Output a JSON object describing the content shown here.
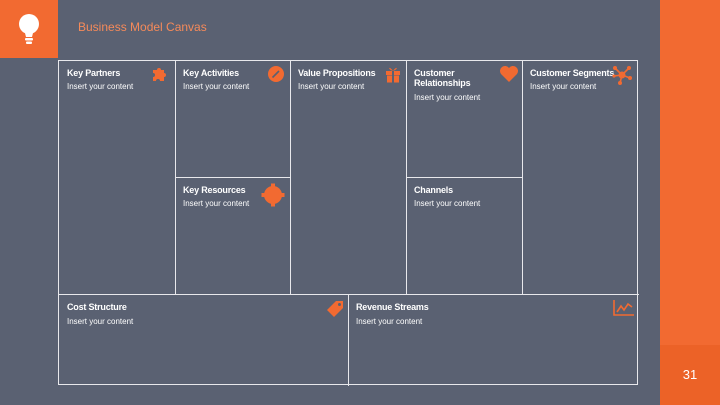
{
  "header": {
    "title": "Business Model Canvas"
  },
  "cells": {
    "key_partners": {
      "title": "Key Partners",
      "content": "Insert your content",
      "icon": "puzzle-icon"
    },
    "key_activities": {
      "title": "Key Activities",
      "content": "Insert your content",
      "icon": "pencil-icon"
    },
    "value_propositions": {
      "title": "Value Propositions",
      "content": "Insert your content",
      "icon": "gift-icon"
    },
    "customer_relationships": {
      "title": "Customer Relationships",
      "content": "Insert your content",
      "icon": "heart-icon"
    },
    "customer_segments": {
      "title": "Customer Segments",
      "content": "Insert your content",
      "icon": "network-icon"
    },
    "key_resources": {
      "title": "Key Resources",
      "content": "Insert your content",
      "icon": "gear-icon"
    },
    "channels": {
      "title": "Channels",
      "content": "Insert your content"
    },
    "cost_structure": {
      "title": "Cost Structure",
      "content": "Insert your content",
      "icon": "price-tag-icon"
    },
    "revenue_streams": {
      "title": "Revenue Streams",
      "content": "Insert your content",
      "icon": "line-chart-icon"
    }
  },
  "footer": {
    "page_number": "31"
  },
  "colors": {
    "background": "#5a6172",
    "accent": "#f26a31",
    "line": "#e8e8ec",
    "text": "#ffffff"
  }
}
